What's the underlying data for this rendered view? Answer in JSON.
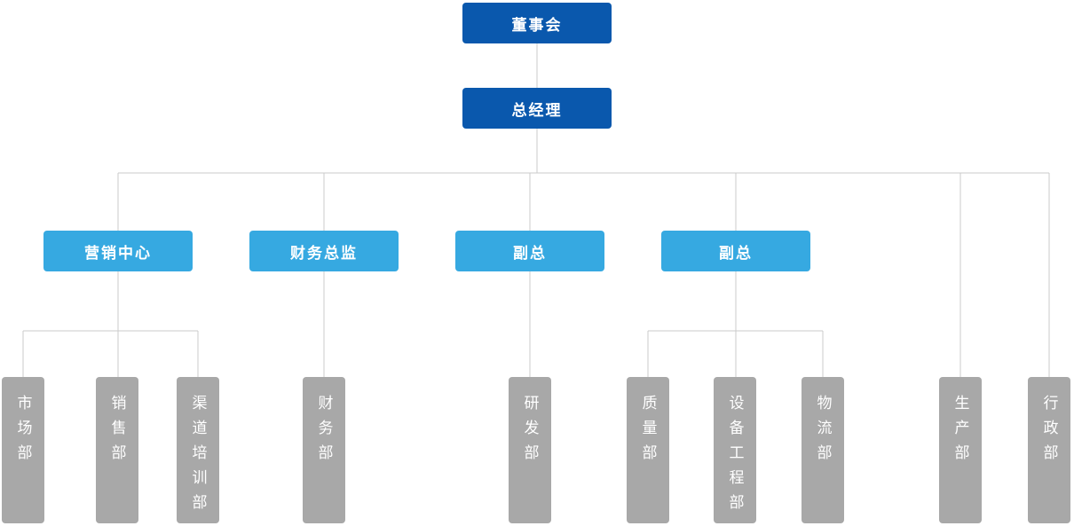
{
  "org_chart": {
    "level1": {
      "board": "董事会"
    },
    "level2": {
      "general_manager": "总经理"
    },
    "level3": {
      "marketing_center": "营销中心",
      "finance_director": "财务总监",
      "vp_1": "副总",
      "vp_2": "副总"
    },
    "departments": {
      "market": "市场部",
      "sales": "销售部",
      "channel_training": "渠道培训部",
      "finance": "财务部",
      "rnd": "研发部",
      "quality": "质量部",
      "equipment_engineering": "设备工程部",
      "logistics": "物流部",
      "production": "生产部",
      "administration": "行政部"
    },
    "colors": {
      "dark_blue": "#0a58ad",
      "light_blue": "#36a9e1",
      "gray": "#a8a8a8",
      "line": "#cbcbcb"
    }
  }
}
